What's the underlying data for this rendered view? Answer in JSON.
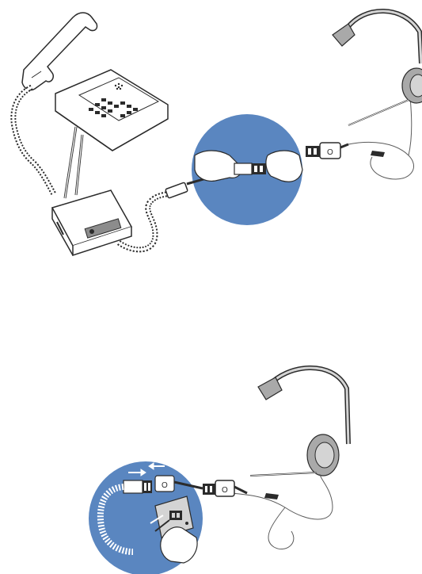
{
  "figure": {
    "panels": [
      {
        "id": "desk-phone-setup",
        "items": [
          "desk-phone",
          "handset",
          "amplifier",
          "headset",
          "quick-disconnect-closeup"
        ]
      },
      {
        "id": "direct-connect-setup",
        "items": [
          "headset",
          "quick-disconnect-closeup",
          "wall-jack"
        ]
      }
    ],
    "colors": {
      "line": "#2b2b2b",
      "circle_fill": "#5a86c0",
      "gray_fill": "#a9a9a9",
      "light_gray": "#d4d4d4",
      "cable": "#5b5b5b"
    },
    "icons": {
      "arrows": "double-arrow-push-together",
      "plug_marking": "O"
    }
  }
}
